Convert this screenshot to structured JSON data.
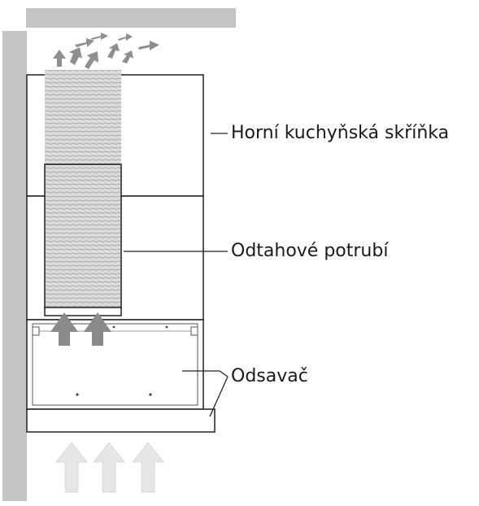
{
  "labels": {
    "cabinet": "Horní kuchyňská skříňka",
    "duct": "Odtahové potrubí",
    "hood": "Odsavač"
  },
  "colors": {
    "wall": "#bfbfbf",
    "outline": "#222222",
    "duct": "#d9d9d9",
    "duct_ring": "#9a9a9a",
    "arrow_dark": "#8c8c8c",
    "arrow_light": "#e3e3e3"
  },
  "icons": {
    "exhaust_arrows": "arrow-icon",
    "intake_arrows": "arrow-up-icon"
  }
}
